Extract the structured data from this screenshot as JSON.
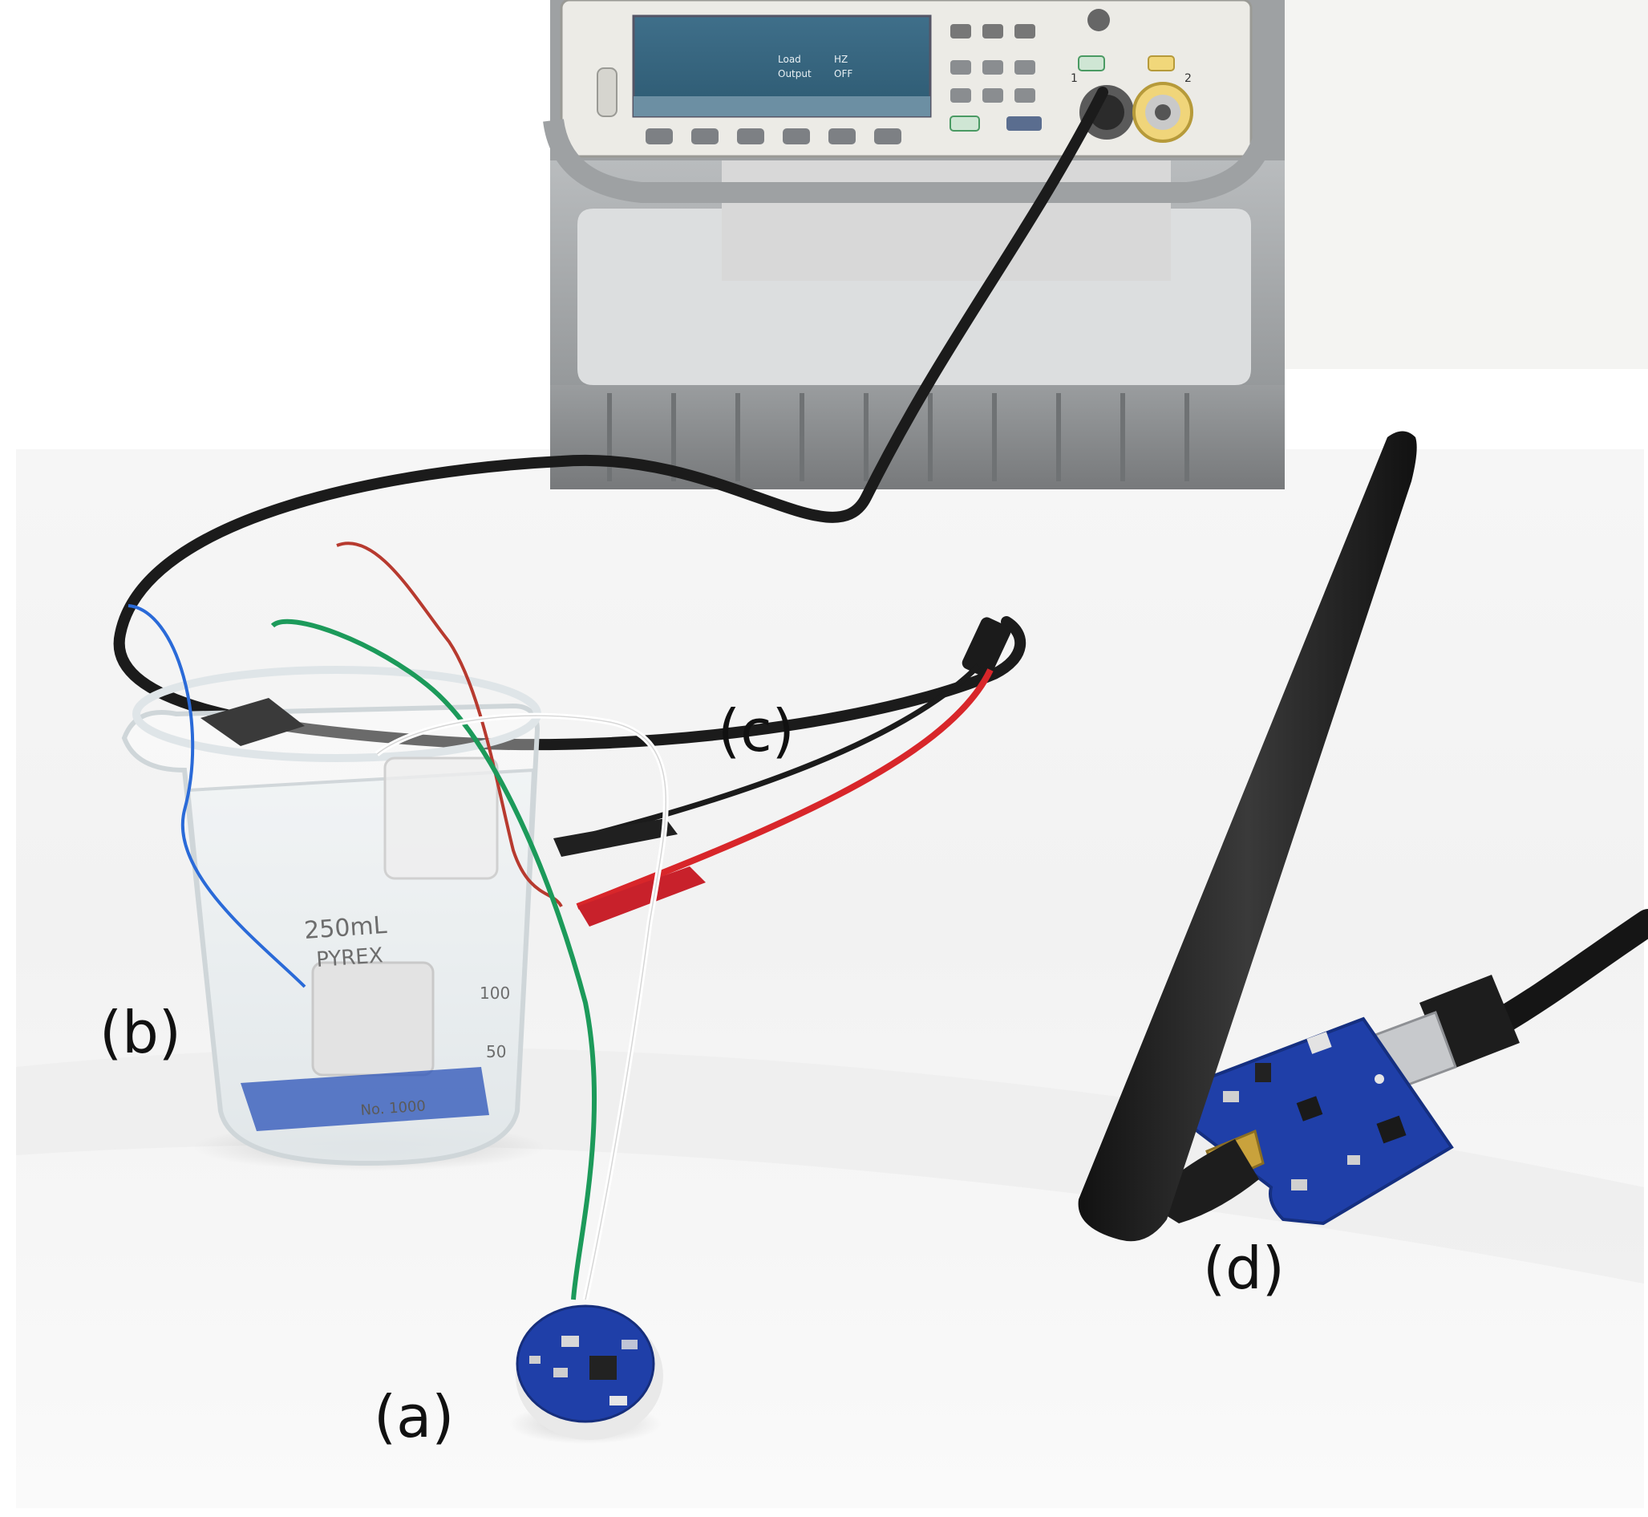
{
  "labels": {
    "a": "(a)",
    "b": "(b)",
    "c": "(c)",
    "d": "(d)"
  },
  "generator_screen": {
    "line1_key": "Load",
    "line1_value": "HZ",
    "line2_key": "Output",
    "line2_value": "OFF"
  },
  "generator_panel": {
    "ch1": "1",
    "ch2": "2"
  },
  "beaker": {
    "volume_mark": "250mL",
    "brand": "PYREX",
    "mark_100": "100",
    "mark_50": "50",
    "model_no": "No. 1000"
  },
  "colors": {
    "background": "#ffffff",
    "instrument_gray": "#8b8e90",
    "pcb_blue": "#1f3fa8",
    "cable_black": "#1b1b1b",
    "wire_red": "#d8262a",
    "wire_green": "#1c9a5a",
    "wire_blue": "#2a6ad8"
  }
}
